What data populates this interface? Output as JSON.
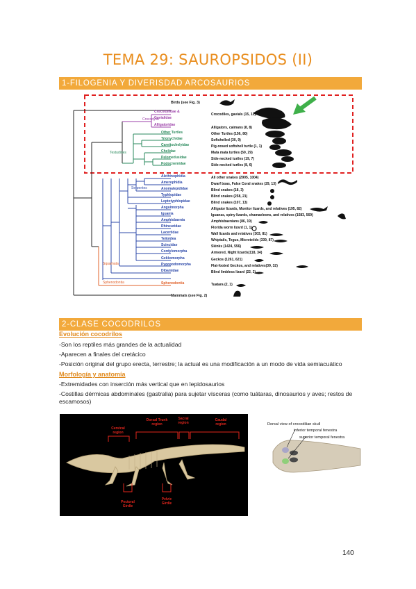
{
  "title": "TEMA 29: SAUROPSIDOS (II)",
  "section1": {
    "heading": "1-FILOGENIA Y DIVERISDAD ARCOSAURIOS"
  },
  "tree": {
    "birds": "Birds (see Fig. 3)",
    "crocodylia_group": "Crocodylia",
    "crocodylia_families": [
      "Crocodylidae &",
      "Gavialidae",
      "Alligatoridae"
    ],
    "crocodylia_leaves": [
      "Crocodiles, gavials (15, 12)",
      "Alligators, caimans (8, 8)"
    ],
    "testudines_group": "Testudines",
    "testudines_families": [
      "Other Turtles",
      "Trionychidae",
      "Carettochelyidae",
      "Chelidae",
      "Pelomedusidae",
      "Podocnemidae"
    ],
    "testudines_leaves": [
      "Other Turtles (156, 80)",
      "Softshelled (30, 9)",
      "Pig-nosed softshell turtle (1, 1)",
      "Mata mata turtles (59, 29)",
      "Side-necked turtles (19, 7)",
      "Side-necked turtles (8, 6)"
    ],
    "serpentes_group": "Serpentes",
    "squamata_group": "Squamata",
    "sphenodontia_group": "Sphenodontia",
    "squamata_families": [
      "Alethinophidia",
      "Amerophidia",
      "Anomalepididae",
      "Typhlopidae",
      "Leptotyphlopidae",
      "Anguimorpha",
      "Iguania",
      "Amphisbaenia",
      "Rhineuridae",
      "Lacertidae",
      "Teiioidea",
      "Scincidae",
      "Cordylomorpha",
      "Gekkomorpha",
      "Pygopodomorpha",
      "Dibamidae",
      "Sphenodontia"
    ],
    "squamata_leaves": [
      "All other snakes (2905, 1004)",
      "Dwarf boas, False Coral snakes (29, 13)",
      "Blind snakes (18, 3)",
      "Blind snakes (258, 21)",
      "Blind snakes (107, 13)",
      "Alligator lizards, Monitor lizards, and relatives (195, 82)",
      "Iguanas, spiny lizards, chamaeleons, and relatives (1583, 569)",
      "Amphisbaenians (86, 19)",
      "Florida worm lizard (1, 1)",
      "Wall lizards and relatives (303, 81)",
      "Whiptails, Tegus, Microteiids (339, 87)",
      "Skinks (1424, 556)",
      "Armored, Night lizards(118, 34)",
      "Geckos (1261, 621)",
      "Flat-footed Geckos, and relatives(39, 32)",
      "Blind limbless lizard (22, 2)",
      "Tuatara (2, 1)"
    ],
    "mammals": "Mammals (see Fig. 2)"
  },
  "section2": {
    "heading": "2-CLASE COCODRILOS",
    "sub1": "Evolución cocodrilos",
    "lines1": [
      "-Son los reptiles más grandes de la actualidad",
      "-Aparecen a finales del cretácico",
      "-Posición original del grupo erecta, terrestre; la actual es una modificación a un modo de vida semiacuático"
    ],
    "sub2": "Morfología y anatomía",
    "lines2": [
      "-Extremidades con inserción más vertical que en lepidosaurios",
      "-Costillas dérmicas abdominales (gastralia) para sujetar vísceras (como tuátaras, dinosaurios y aves; restos de escamosos)"
    ]
  },
  "skeleton_labels": {
    "cervical": [
      "Cervical",
      "region"
    ],
    "dorsal": [
      "Dorsal Trunk",
      "region"
    ],
    "sacral": [
      "Sacral",
      "region"
    ],
    "caudal": [
      "Caudal",
      "region"
    ],
    "pectoral": [
      "Pectoral",
      "Girdle"
    ],
    "pelvic": [
      "Pelvic",
      "Girdle"
    ]
  },
  "skull_labels": {
    "caption": "Dorsal view of crocodilian skull",
    "inferior": "inferior temporal fenestra",
    "superior": "superior temporal fenestra"
  },
  "page_number": "140",
  "colors": {
    "accent": "#f2a93b",
    "title": "#e98e1f",
    "crocodylia": "#9b3fa8",
    "testudines": "#2a8a5c",
    "squamata": "#2c48a8",
    "sphenodontia": "#e0612a",
    "dashed_box": "#e02020",
    "arrow": "#3fb04a",
    "skeleton_label": "#e2261d"
  }
}
